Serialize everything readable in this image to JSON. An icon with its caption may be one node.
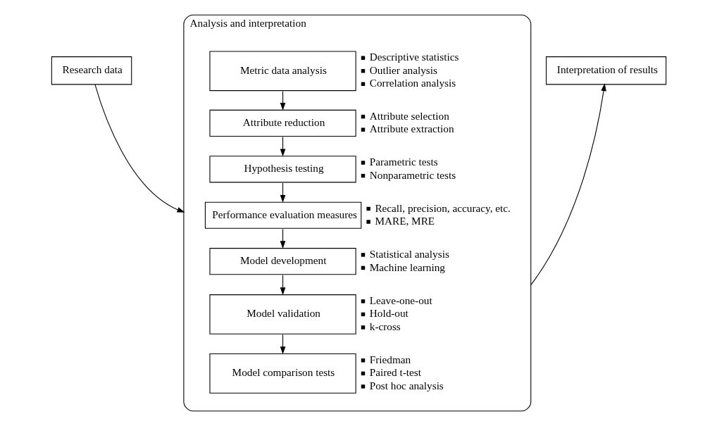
{
  "diagram": {
    "nodes": [
      {
        "text": [
          "Research data"
        ]
      },
      {
        "text": [
          "Analysis and interpretation"
        ]
      },
      {
        "text": [
          "Metric data analysis"
        ],
        "in": 1,
        "beside": [
          "Descriptive statistics",
          "Outlier analysis",
          "Correlation analysis"
        ]
      },
      {
        "text": [
          "Attribute reduction"
        ],
        "in": 1,
        "beside": [
          "Attribute selection",
          "Attribute extraction"
        ]
      },
      {
        "text": [
          "Hypothesis testing"
        ],
        "in": 1,
        "beside": [
          "Parametric tests",
          "Nonparametric tests"
        ]
      },
      {
        "text": [
          "Performance evaluation measures"
        ],
        "in": 1,
        "beside": [
          "Recall, precision, accuracy, etc.",
          "MARE, MRE"
        ]
      },
      {
        "text": [
          "Model development"
        ],
        "in": 1,
        "beside": [
          "Statistical analysis",
          "Machine learning"
        ]
      },
      {
        "text": [
          "Model validation"
        ],
        "in": 1,
        "beside": [
          "Leave-one-out",
          "Hold-out",
          "k-cross"
        ]
      },
      {
        "text": [
          "Model comparison tests"
        ],
        "in": 1,
        "beside": [
          "Friedman",
          "Paired t-test",
          "Post hoc analysis"
        ]
      },
      {
        "text": [
          "Interpretation of results"
        ]
      }
    ],
    "edges": [
      {
        "from": 0,
        "to": 1,
        "arrow": "to"
      },
      {
        "from": 2,
        "to": 3,
        "arrow": "to"
      },
      {
        "from": 3,
        "to": 4,
        "arrow": "to"
      },
      {
        "from": 4,
        "to": 5,
        "arrow": "to"
      },
      {
        "from": 5,
        "to": 6,
        "arrow": "to"
      },
      {
        "from": 6,
        "to": 7,
        "arrow": "to"
      },
      {
        "from": 7,
        "to": 8,
        "arrow": "to"
      },
      {
        "from": 1,
        "to": 9,
        "arrow": "to"
      }
    ]
  }
}
